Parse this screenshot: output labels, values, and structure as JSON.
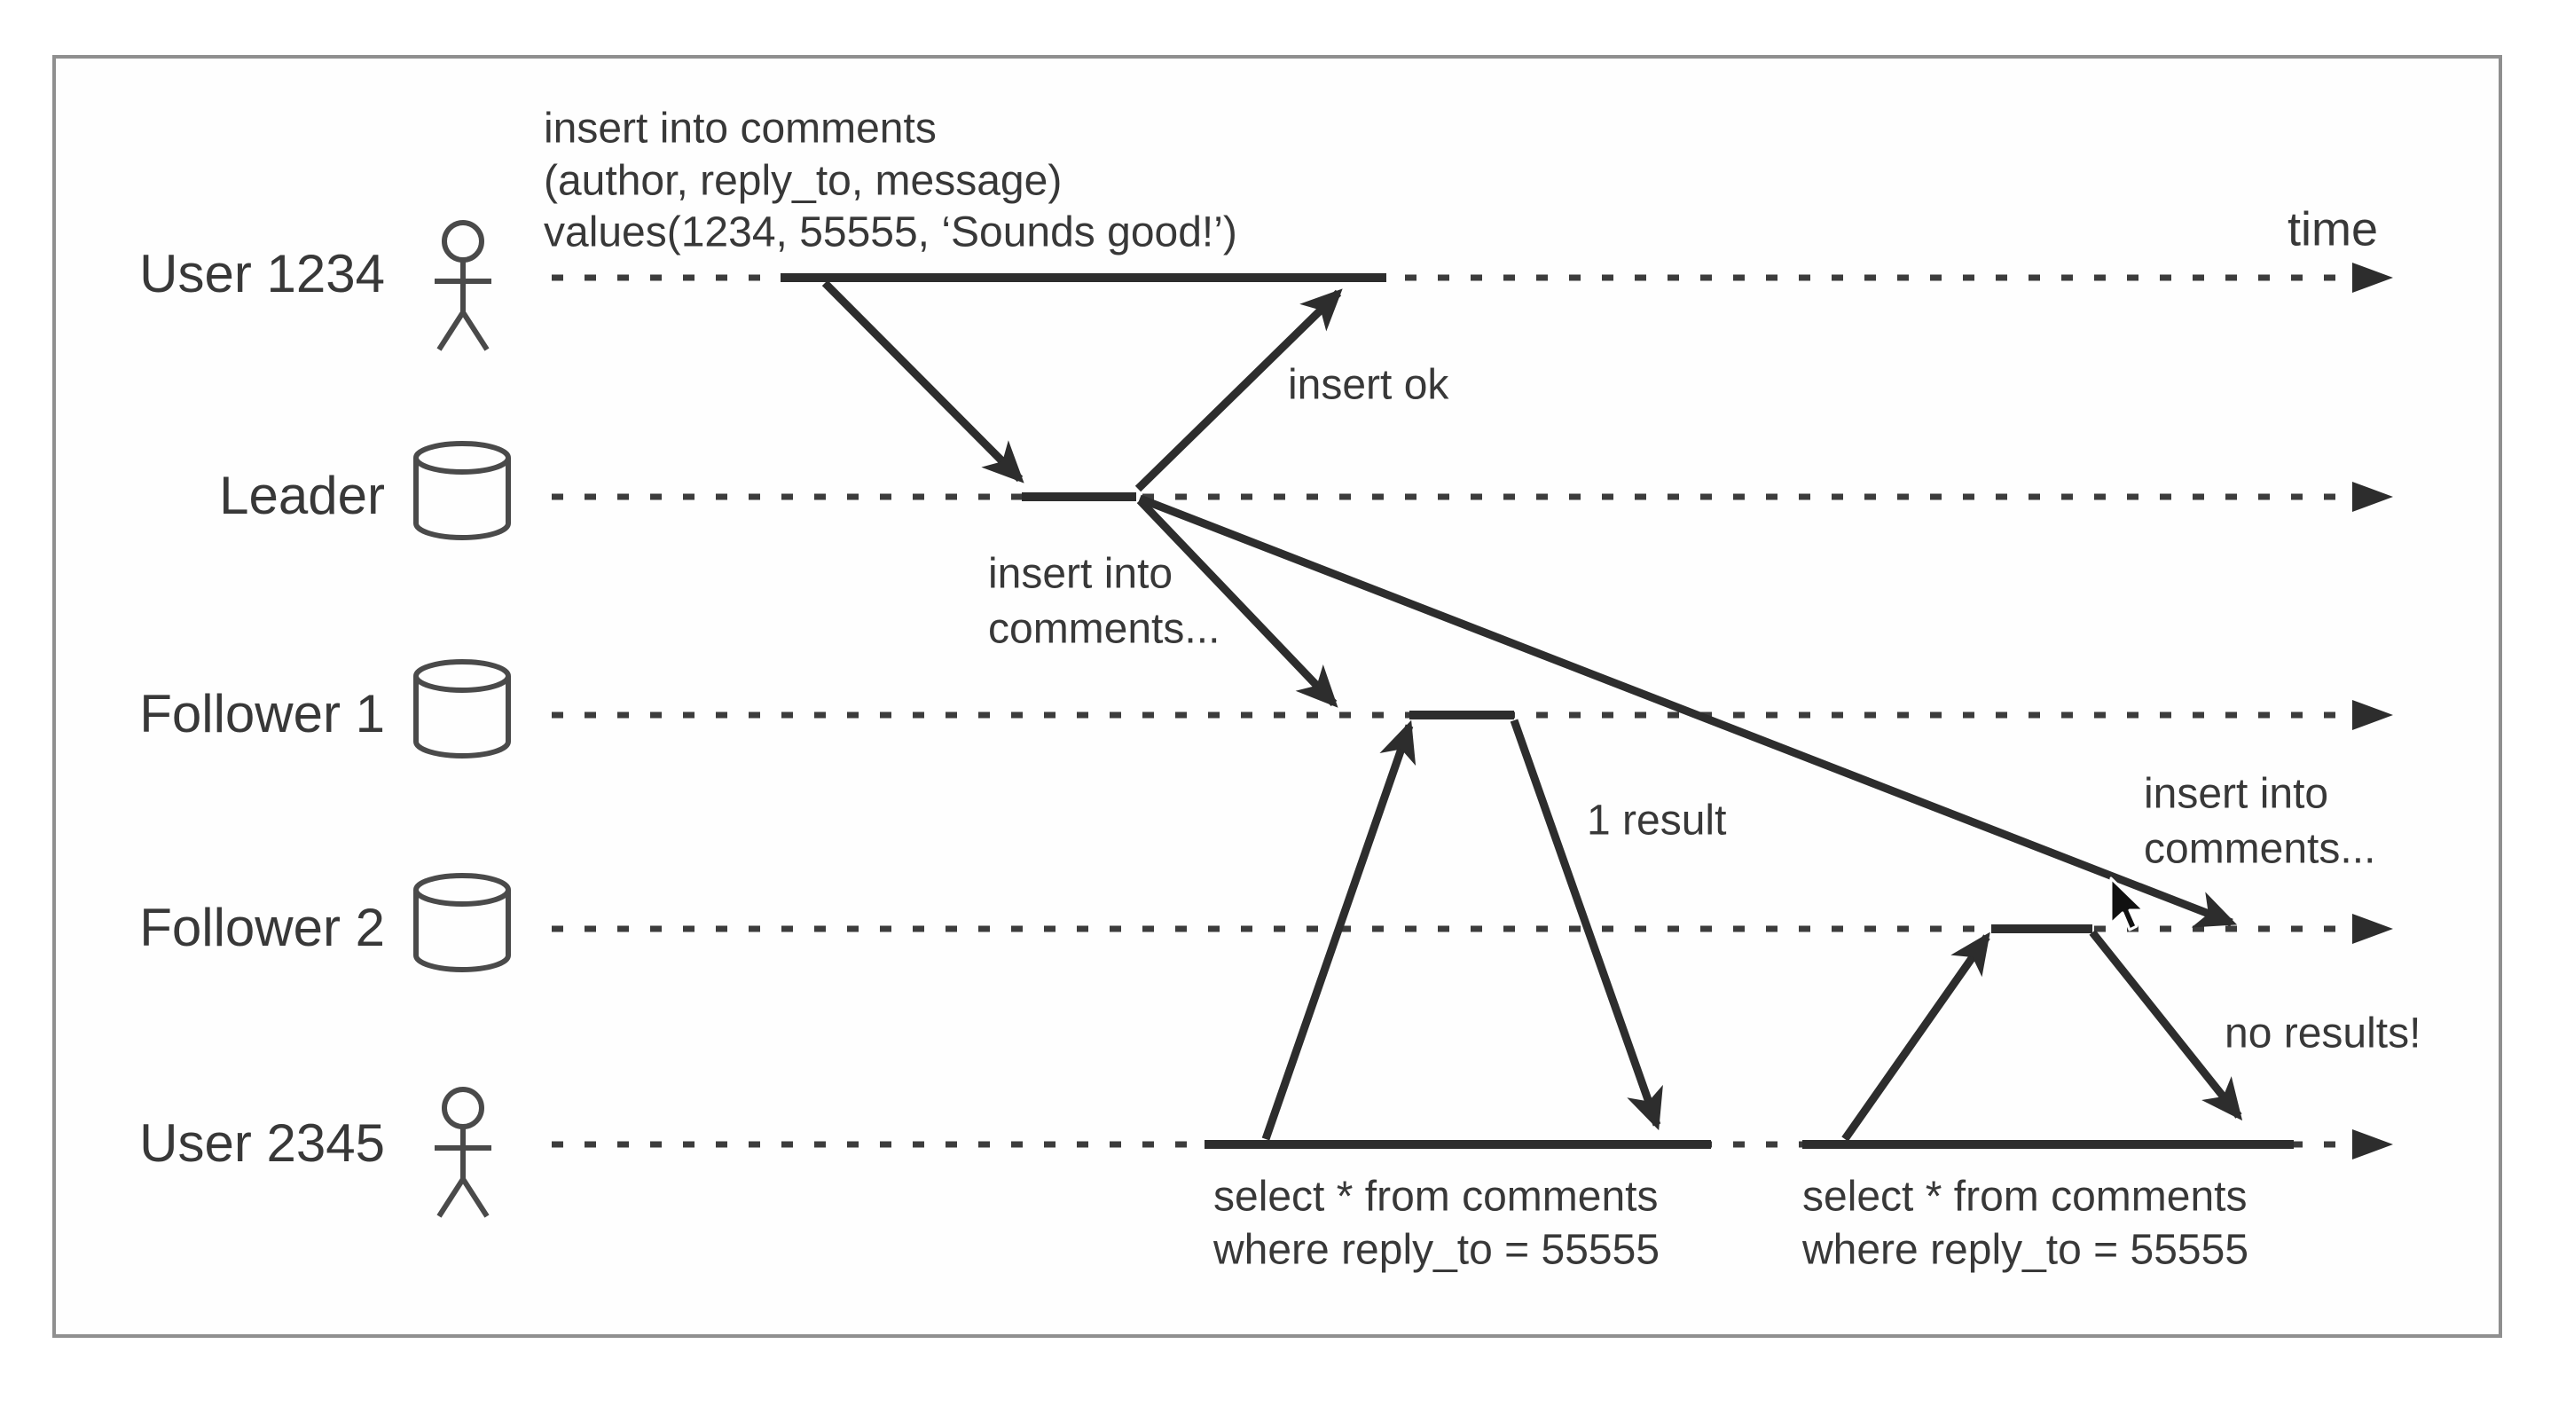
{
  "figure": {
    "time_label": "time",
    "actors": [
      {
        "label": "User 1234",
        "icon": "person-icon"
      },
      {
        "label": "Leader",
        "icon": "database-cylinder-icon"
      },
      {
        "label": "Follower 1",
        "icon": "database-cylinder-icon"
      },
      {
        "label": "Follower 2",
        "icon": "database-cylinder-icon"
      },
      {
        "label": "User 2345",
        "icon": "person-icon"
      }
    ],
    "annotations": {
      "insert_query_line1": "insert into comments",
      "insert_query_line2": "(author, reply_to, message)",
      "insert_query_line3": "values(1234, 55555, ‘Sounds good!’)",
      "insert_ok": "insert ok",
      "replicate_1_line1": "insert into",
      "replicate_1_line2": "comments...",
      "replicate_2_line1": "insert into",
      "replicate_2_line2": "comments...",
      "one_result": "1 result",
      "no_results": "no results!",
      "select_query_1_line1": "select * from comments",
      "select_query_1_line2": "where reply_to = 55555",
      "select_query_2_line1": "select * from comments",
      "select_query_2_line2": "where reply_to = 55555"
    },
    "colors": {
      "line": "#2d2d2d",
      "dash": "#3c3c3c",
      "text": "#383838",
      "icon_stroke": "#4a4a4a",
      "frame_border": "#8f8f8f",
      "background": "#ffffff",
      "cursor_fill": "#111111",
      "cursor_outline": "#ffffff"
    }
  }
}
